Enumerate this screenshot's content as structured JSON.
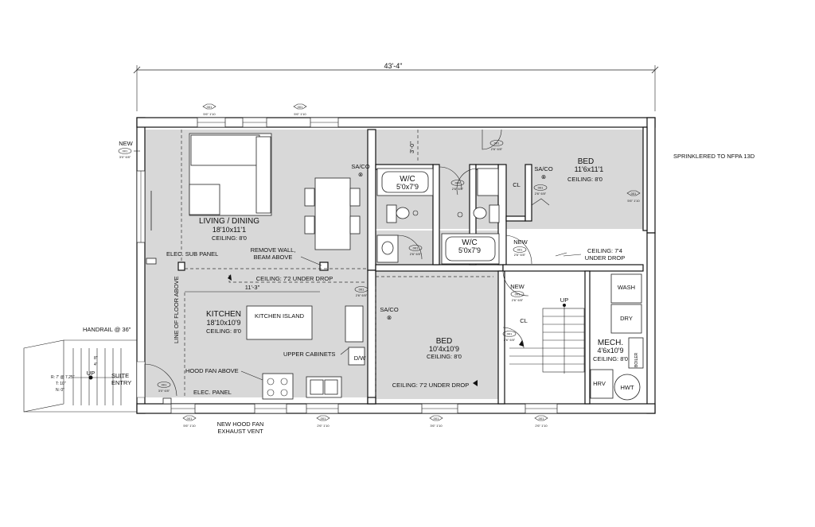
{
  "overall_dimension": "43'-4\"",
  "sprinkler_note": "SPRINKLERED TO NFPA 13D",
  "rooms": {
    "living": {
      "name": "LIVING / DINING",
      "size": "18'10x11'1",
      "ceiling": "CEILING: 8'0"
    },
    "kitchen": {
      "name": "KITCHEN",
      "size": "18'10x10'9",
      "ceiling": "CEILING: 8'0"
    },
    "kitchen_island": "KITCHEN ISLAND",
    "wc1": {
      "name": "W/C",
      "size": "5'0x7'9"
    },
    "wc2": {
      "name": "W/C",
      "size": "5'0x7'9"
    },
    "bed1": {
      "name": "BED",
      "size": "11'6x11'1",
      "ceiling": "CEILING: 8'0"
    },
    "bed2": {
      "name": "BED",
      "size": "10'4x10'9",
      "ceiling": "CEILING: 8'0"
    },
    "mech": {
      "name": "MECH.",
      "size": "4'6x10'9",
      "ceiling": "CEILING: 8'0"
    }
  },
  "labels": {
    "cl1": "CL",
    "cl2": "CL",
    "dw": "D/W",
    "wash": "WASH",
    "dry": "DRY",
    "boiler": "BOILER",
    "hrv": "HRV",
    "hwt": "HWT",
    "up_stair": "UP",
    "up_entry": "UP",
    "saco1": "SA/CO",
    "saco2": "SA/CO",
    "saco3": "SA/CO",
    "new1": "NEW",
    "new2": "NEW",
    "new3": "NEW"
  },
  "notes": {
    "elec_sub": "ELEC. SUB PANEL",
    "remove_wall_1": "REMOVE WALL,",
    "remove_wall_2": "BEAM ABOVE",
    "ceiling_drop_1": "CEILING: 7'2 UNDER DROP",
    "ceiling_drop_2": "CEILING: 7'2 UNDER DROP",
    "ceiling_drop_3_1": "CEILING: 7'4",
    "ceiling_drop_3_2": "UNDER DROP",
    "dim_11_3": "11'-3\"",
    "dim_3_0": "3'-0\"",
    "line_of_floor": "LINE OF FLOOR ABOVE",
    "upper_cabinets": "UPPER CABINETS",
    "hood_fan": "HOOD FAN ABOVE",
    "elec_panel": "ELEC. PANEL",
    "hood_vent_1": "NEW HOOD FAN",
    "hood_vent_2": "EXHAUST VENT",
    "handrail": "HANDRAIL @ 36\"",
    "suite_1": "SUITE",
    "suite_2": "ENTRY",
    "stair_r": "R: 7' @ 7.25\"",
    "stair_t": "T: 10\"",
    "stair_n": "N: 0\"",
    "dim_4": "4'",
    "dim_8": "8\""
  },
  "window_tags": [
    {
      "code": "001",
      "size": "5'6\" 1'10"
    },
    {
      "code": "001",
      "size": "5'6\" 1'10"
    },
    {
      "code": "001",
      "size": "5'6\" 1'10"
    },
    {
      "code": "001",
      "size": "2'6\" 1'10"
    },
    {
      "code": "001",
      "size": "3'6\" 1'10"
    },
    {
      "code": "001",
      "size": "2'6\" 1'10"
    },
    {
      "code": "001",
      "size": "5'6\" 1'10"
    }
  ],
  "door_tags": [
    {
      "code": "001",
      "size": "3'0\" 6'8\""
    },
    {
      "code": "001",
      "size": "2'6\" 6'8\""
    },
    {
      "code": "001",
      "size": "2'6\" 6'8\""
    },
    {
      "code": "001",
      "size": "2'6\" 6'8\""
    },
    {
      "code": "001",
      "size": "2'6\" 6'8\""
    },
    {
      "code": "001",
      "size": "2'6\" 6'8\""
    },
    {
      "code": "001",
      "size": "2'6\" 6'8\""
    },
    {
      "code": "001",
      "size": "2'6\" 6'8\""
    },
    {
      "code": "001",
      "size": "2'6\" 6'8\""
    },
    {
      "code": "001",
      "size": "3'0\" 6'8\""
    }
  ]
}
